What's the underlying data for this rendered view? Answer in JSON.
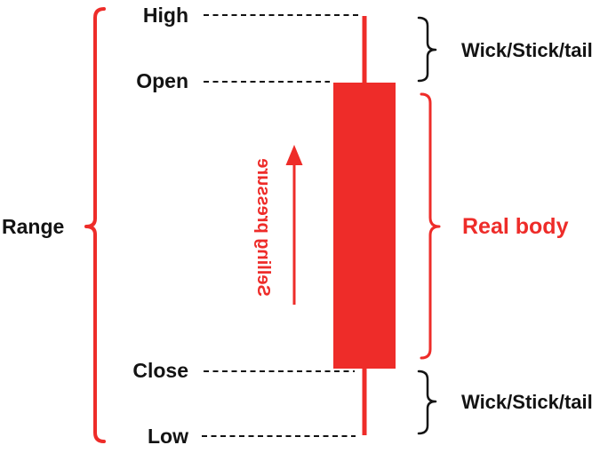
{
  "labels": {
    "range": "Range",
    "high": "High",
    "open": "Open",
    "close": "Close",
    "low": "Low",
    "upper_wick": "Wick/Stick/tail",
    "lower_wick": "Wick/Stick/tail",
    "real_body": "Real body",
    "pressure": "Selling pressure"
  },
  "icons": {
    "pressure_arrow": "arrow-up",
    "range_brace": "left-curly-brace",
    "upper_wick_brace": "right-curly-brace",
    "real_body_brace": "right-curly-brace",
    "lower_wick_brace": "right-curly-brace"
  },
  "colors": {
    "accent_red": "#EE2C29",
    "text_black": "#131313",
    "background": "#FFFFFF"
  }
}
